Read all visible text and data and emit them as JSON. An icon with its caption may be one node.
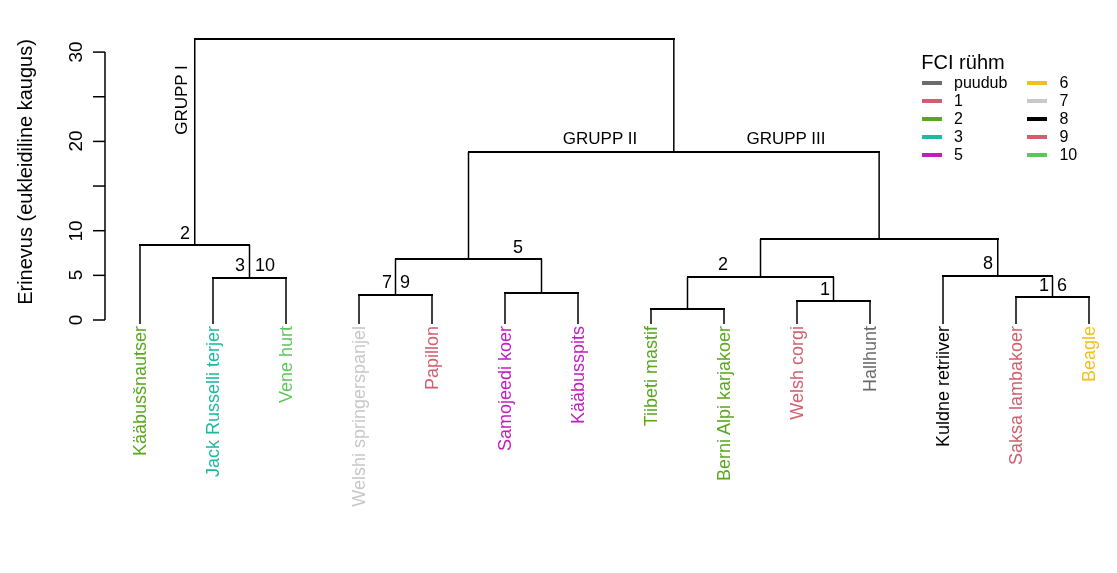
{
  "diagram": {
    "nodes": [
      {
        "text": [
          "Kääbusšnautser"
        ]
      },
      {
        "text": [
          "Jack Russelli terjer"
        ]
      },
      {
        "text": [
          "Vene hurt"
        ]
      },
      {
        "text": [
          "Welshi springerspanjel"
        ]
      },
      {
        "text": [
          "Papillon"
        ]
      },
      {
        "text": [
          "Samojeedi koer"
        ]
      },
      {
        "text": [
          "Kääbusspits"
        ]
      },
      {
        "text": [
          "Tiibeti mastif"
        ]
      },
      {
        "text": [
          "Berni Alpi karjakoer"
        ]
      },
      {
        "text": [
          "Welsh corgi"
        ]
      },
      {
        "text": [
          "Hallhunt"
        ]
      },
      {
        "text": [
          "Kuldne retriiver"
        ]
      },
      {
        "text": [
          "Saksa lambakoer"
        ]
      },
      {
        "text": [
          "Beagle"
        ]
      },
      {
        "text": [],
        "shape": "bar"
      },
      {
        "text": [],
        "shape": "bar"
      },
      {
        "text": [],
        "shape": "bar"
      },
      {
        "text": [],
        "shape": "bar"
      },
      {
        "text": [],
        "shape": "bar"
      },
      {
        "text": [],
        "shape": "bar"
      },
      {
        "text": [],
        "shape": "bar"
      },
      {
        "text": [],
        "shape": "bar"
      },
      {
        "text": [],
        "shape": "bar"
      },
      {
        "text": [],
        "shape": "bar"
      },
      {
        "text": [],
        "shape": "bar"
      },
      {
        "text": [],
        "shape": "bar"
      },
      {
        "text": [],
        "shape": "bar"
      }
    ],
    "edges": [
      {
        "from": 14,
        "to": 15,
        "arrow": "none"
      },
      {
        "from": 14,
        "to": 17,
        "arrow": "none"
      },
      {
        "from": 15,
        "to": 0,
        "arrow": "none"
      },
      {
        "from": 15,
        "to": 16,
        "arrow": "none"
      },
      {
        "from": 16,
        "to": 1,
        "arrow": "none"
      },
      {
        "from": 16,
        "to": 2,
        "arrow": "none"
      },
      {
        "from": 17,
        "to": 18,
        "arrow": "none"
      },
      {
        "from": 17,
        "to": 21,
        "arrow": "none"
      },
      {
        "from": 18,
        "to": 19,
        "arrow": "none"
      },
      {
        "from": 18,
        "to": 20,
        "arrow": "none"
      },
      {
        "from": 19,
        "to": 3,
        "arrow": "none"
      },
      {
        "from": 19,
        "to": 4,
        "arrow": "none"
      },
      {
        "from": 20,
        "to": 5,
        "arrow": "none"
      },
      {
        "from": 20,
        "to": 6,
        "arrow": "none"
      },
      {
        "from": 21,
        "to": 22,
        "arrow": "none"
      },
      {
        "from": 21,
        "to": 25,
        "arrow": "none"
      },
      {
        "from": 22,
        "to": 23,
        "arrow": "none"
      },
      {
        "from": 22,
        "to": 24,
        "arrow": "none"
      },
      {
        "from": 23,
        "to": 7,
        "arrow": "none"
      },
      {
        "from": 23,
        "to": 8,
        "arrow": "none"
      },
      {
        "from": 24,
        "to": 9,
        "arrow": "none"
      },
      {
        "from": 24,
        "to": 10,
        "arrow": "none"
      },
      {
        "from": 25,
        "to": 11,
        "arrow": "none"
      },
      {
        "from": 25,
        "to": 26,
        "arrow": "none"
      },
      {
        "from": 26,
        "to": 12,
        "arrow": "none"
      },
      {
        "from": 26,
        "to": 13,
        "arrow": "none"
      }
    ],
    "labels": [
      "Erinevus (eukleidiline kaugus)",
      "30",
      "20",
      "10",
      "5",
      "0",
      "GRUPP I",
      "GRUPP II",
      "GRUPP III",
      "FCI rühm",
      "2",
      "3",
      "10",
      "7",
      "9",
      "5",
      "2",
      "1",
      "8",
      "1",
      "6"
    ],
    "legend": [
      {
        "text": "puudub",
        "color": "#6b6b6b"
      },
      {
        "text": "1",
        "color": "#d0606f"
      },
      {
        "text": "2",
        "color": "#5aa71e"
      },
      {
        "text": "3",
        "color": "#1fb8a0"
      },
      {
        "text": "5",
        "color": "#c01ec0"
      },
      {
        "text": "6",
        "color": "#f0c020"
      },
      {
        "text": "7",
        "color": "#c8c8c8"
      },
      {
        "text": "8",
        "color": "#000000"
      },
      {
        "text": "9",
        "color": "#d0606f"
      },
      {
        "text": "10",
        "color": "#5cc85a"
      }
    ]
  }
}
